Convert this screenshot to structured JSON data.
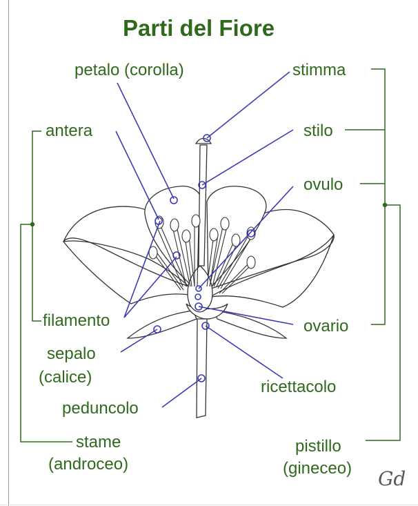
{
  "title": "Parti del Fiore",
  "labels": {
    "petalo": "petalo (corolla)",
    "stimma": "stimma",
    "antera": "antera",
    "stilo": "stilo",
    "ovulo": "ovulo",
    "filamento": "filamento",
    "ovario": "ovario",
    "sepalo": "sepalo",
    "calice": "(calice)",
    "ricettacolo": "ricettacolo",
    "peduncolo": "peduncolo",
    "stame": "stame",
    "androceo": "(androceo)",
    "pistillo": "pistillo",
    "gineceo": "(gineceo)"
  },
  "signature": "Gd",
  "colors": {
    "label_text": "#2f6a1c",
    "pointer_line": "#3a3ab8",
    "outline": "#333333",
    "bracket": "#2f6a1c"
  }
}
